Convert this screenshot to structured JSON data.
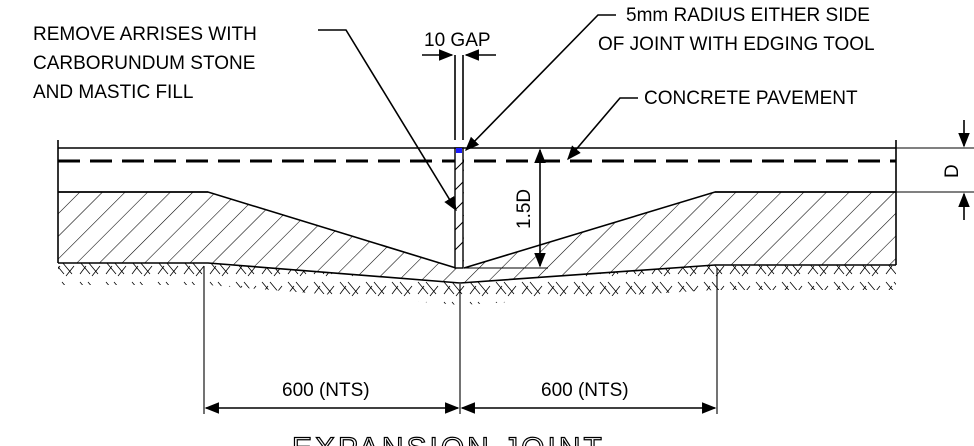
{
  "labels": {
    "arrises_line1": "REMOVE ARRISES WITH",
    "arrises_line2": "CARBORUNDUM STONE",
    "arrises_line3": "AND MASTIC FILL",
    "gap": "10 GAP",
    "radius_line1": "5mm RADIUS EITHER SIDE",
    "radius_line2": "OF JOINT WITH EDGING TOOL",
    "pavement": "CONCRETE PAVEMENT",
    "depth": "D",
    "depth_factor": "1.5D",
    "dim_left": "600 (NTS)",
    "dim_right": "600 (NTS)",
    "title": "EXPANSION JOINT"
  },
  "colors": {
    "line": "#000000",
    "background": "#ffffff",
    "joint_sealant": "#1a1aff"
  }
}
